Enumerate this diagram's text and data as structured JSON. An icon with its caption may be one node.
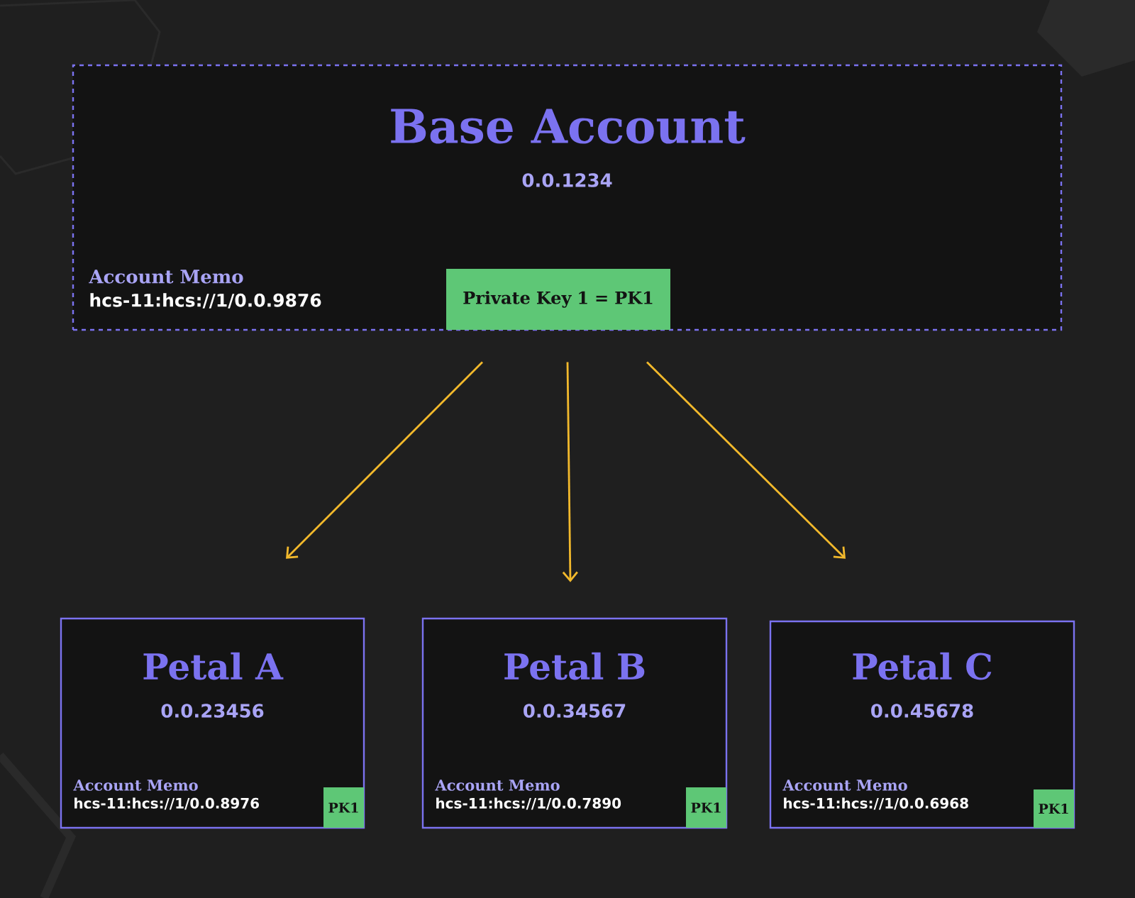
{
  "diagram": {
    "nodes": [
      {
        "text": [
          "Base Account",
          "0.0.1234",
          "Account Memo",
          "hcs-11:hcs://1/0.0.9876"
        ]
      },
      {
        "text": [
          "Private Key 1 = PK1"
        ],
        "in": 0
      },
      {
        "text": [
          "Petal A",
          "0.0.23456",
          "Account Memo",
          "hcs-11:hcs://1/0.0.8976"
        ]
      },
      {
        "text": [
          "PK1"
        ],
        "in": 2
      },
      {
        "text": [
          "Petal B",
          "0.0.34567",
          "Account Memo",
          "hcs-11:hcs://1/0.0.7890"
        ]
      },
      {
        "text": [
          "PK1"
        ],
        "in": 4
      },
      {
        "text": [
          "Petal C",
          "0.0.45678",
          "Account Memo",
          "hcs-11:hcs://1/0.0.6968"
        ]
      },
      {
        "text": [
          "PK1"
        ],
        "in": 6
      }
    ],
    "edges": [
      {
        "from": 1,
        "to": 2,
        "arrow": "to"
      },
      {
        "from": 1,
        "to": 4,
        "arrow": "to"
      },
      {
        "from": 1,
        "to": 6,
        "arrow": "to"
      }
    ]
  }
}
